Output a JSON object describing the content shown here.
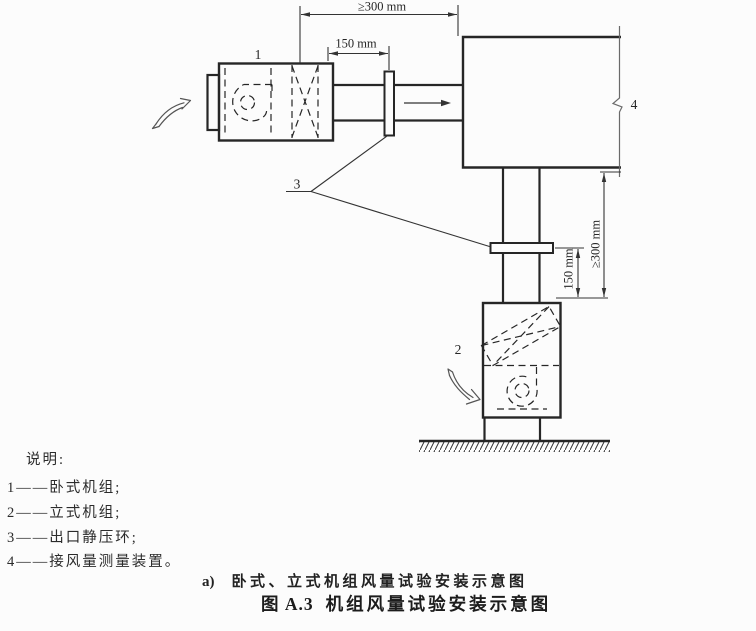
{
  "figure": {
    "part_labels": {
      "unit1": "1",
      "unit2": "2",
      "ring": "3",
      "device": "4"
    },
    "dimensions": {
      "top_horizontal": "≥300 mm",
      "outlet_horizontal": "150 mm",
      "right_vertical": "≥300 mm",
      "outlet_vertical": "150 mm"
    },
    "legend": {
      "title": "说明:",
      "items": [
        "1——卧式机组;",
        "2——立式机组;",
        "3——出口静压环;",
        "4——接风量测量装置。"
      ]
    },
    "captions": {
      "sub_prefix": "a)",
      "sub_text": "卧式、立式机组风量试验安装示意图",
      "title_prefix": "图 A.3",
      "title_text": "机组风量试验安装示意图"
    },
    "icons": {
      "airflow": "right-arrow",
      "unit1_inlet": "curved-sketch-arrow",
      "unit2_inlet": "curved-sketch-arrow",
      "device_break": "zigzag-break"
    },
    "colors": {
      "line": "#262626",
      "thin_line": "#444444",
      "sketch_arrow": "#555555",
      "background": "#fcfcfc"
    }
  }
}
